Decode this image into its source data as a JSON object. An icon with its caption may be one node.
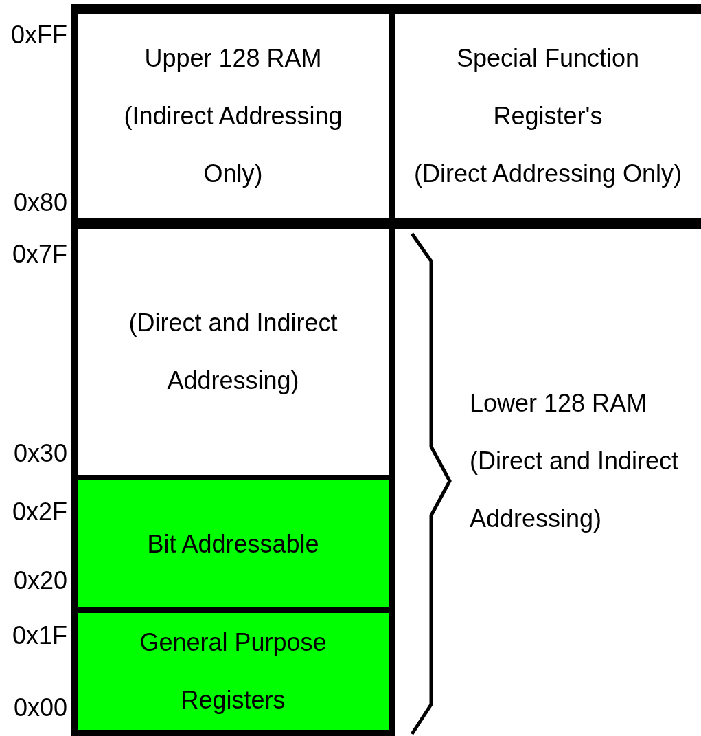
{
  "diagram": {
    "nodes": [
      {
        "text": [
          "Upper 128 RAM",
          "(Indirect Addressing Only)"
        ]
      },
      {
        "text": [
          "Special Function Register's",
          "(Direct Addressing Only)"
        ]
      },
      {
        "text": [
          "(Direct and Indirect Addressing)"
        ]
      },
      {
        "text": [
          "Bit Addressable"
        ]
      },
      {
        "text": [
          "General Purpose Registers"
        ]
      }
    ],
    "labels": [
      "0xFF",
      "0x80",
      "0x7F",
      "0x30",
      "0x2F",
      "0x20",
      "0x1F",
      "0x00",
      "Lower 128 RAM",
      "(Direct and Indirect Addressing)"
    ]
  }
}
